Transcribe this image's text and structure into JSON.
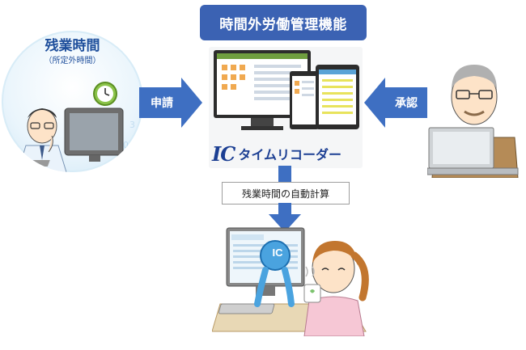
{
  "title": "時間外労働管理機能",
  "overtime": {
    "title": "残業時間",
    "subtitle": "（所定外時間）"
  },
  "arrows": {
    "apply": "申請",
    "approve": "承認"
  },
  "product": {
    "logo_ic": "IC",
    "logo_text": "タイムリコーダー"
  },
  "calc_label": "残業時間の自動計算",
  "mascot_badge": "IC",
  "colors": {
    "accent": "#3b62b3",
    "arrow": "#3e6fc2",
    "logo": "#1c3f93"
  }
}
